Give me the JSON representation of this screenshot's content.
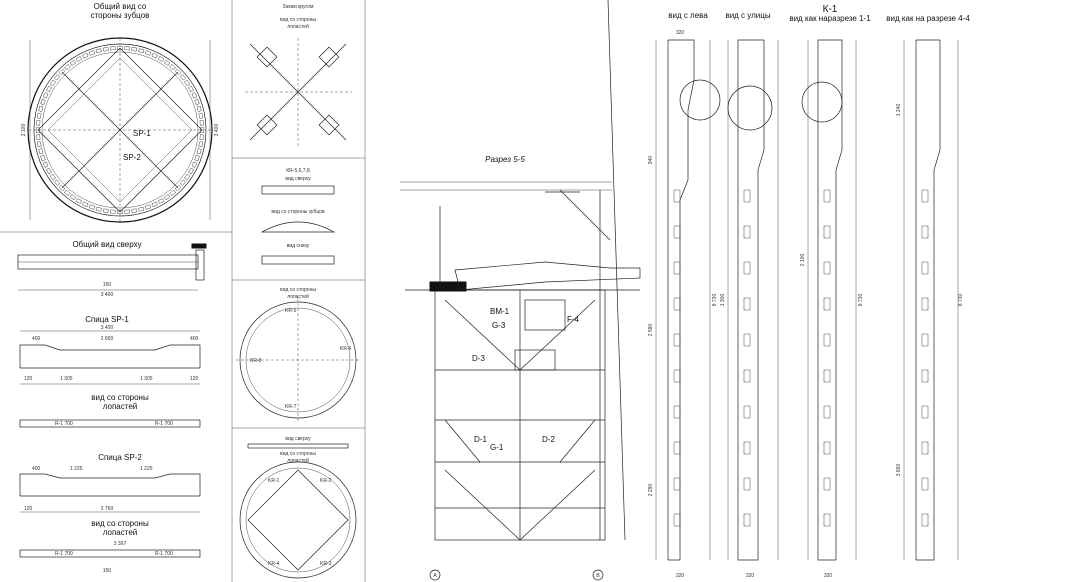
{
  "titles": {
    "teeth_view": "Общий вид со стороны зубцов",
    "top_view": "Общий вид сверху",
    "spoke1": "Спица SP-1",
    "spoke1_blades": "вид со стороны лопастей",
    "spoke2": "Спица SP-2",
    "spoke2_blades": "вид со стороны лопастей",
    "wedges_title": "Замки кругом",
    "wedges_sub": "вид со стороны лопастей",
    "kr_title": "КR-5,6,7,8",
    "kr_sub1": "вид сверху",
    "kr_sub2": "вид со стороны зубцов",
    "kr_sub3": "вид снизу",
    "ring_view1": "вид со стороны лопастей",
    "ring2_top": "вид сверху",
    "ring2_view": "вид со стороны лопастей",
    "section": "Разрез 5-5",
    "left_view": "вид с лева",
    "street_view": "вид с улицы",
    "k1": "К-1",
    "section11": "вид как наразрезе 1-1",
    "section44": "вид как на разрезе 4-4"
  },
  "labels": {
    "sp1": "SP-1",
    "sp2": "SP-2",
    "bm1": "BM-1",
    "g3": "G-3",
    "f4": "F-4",
    "d3": "D-3",
    "d1": "D-1",
    "g1": "G-1",
    "d2": "D-2",
    "kr5": "KR-5",
    "kr6": "KR-6",
    "kr7": "KR-7",
    "kr8": "KR-8",
    "kr1": "KR-1",
    "kr2": "KR-2",
    "kr3": "KR-3",
    "kr4": "KR-4",
    "axis_a": "A",
    "axis_b": "B"
  },
  "dims": {
    "d2100": "2 100",
    "d3400": "3 400",
    "d2600": "2 600",
    "d1305a": "1 305",
    "d1305b": "1 305",
    "d400a": "400",
    "d400b": "400",
    "d120a": "120",
    "d120b": "120",
    "d1225a": "1 225",
    "d1225b": "1 225",
    "d2760": "2 760",
    "d3397": "3 397",
    "d150a": "150",
    "d150b": "150",
    "d320a": "320",
    "d320b": "320",
    "d320c": "320",
    "d320d": "320",
    "d8730a": "8 730",
    "d8730b": "8 730",
    "r1700a": "R-1 700",
    "r1700b": "R-1 700",
    "r1700c": "R-1 700",
    "r1700d": "R-1 700",
    "d940": "940",
    "d2590": "2 590",
    "d2290": "2 290",
    "d3860": "3 860",
    "d1300": "1 300",
    "d1240": "1 240",
    "d2100v": "2 100"
  }
}
